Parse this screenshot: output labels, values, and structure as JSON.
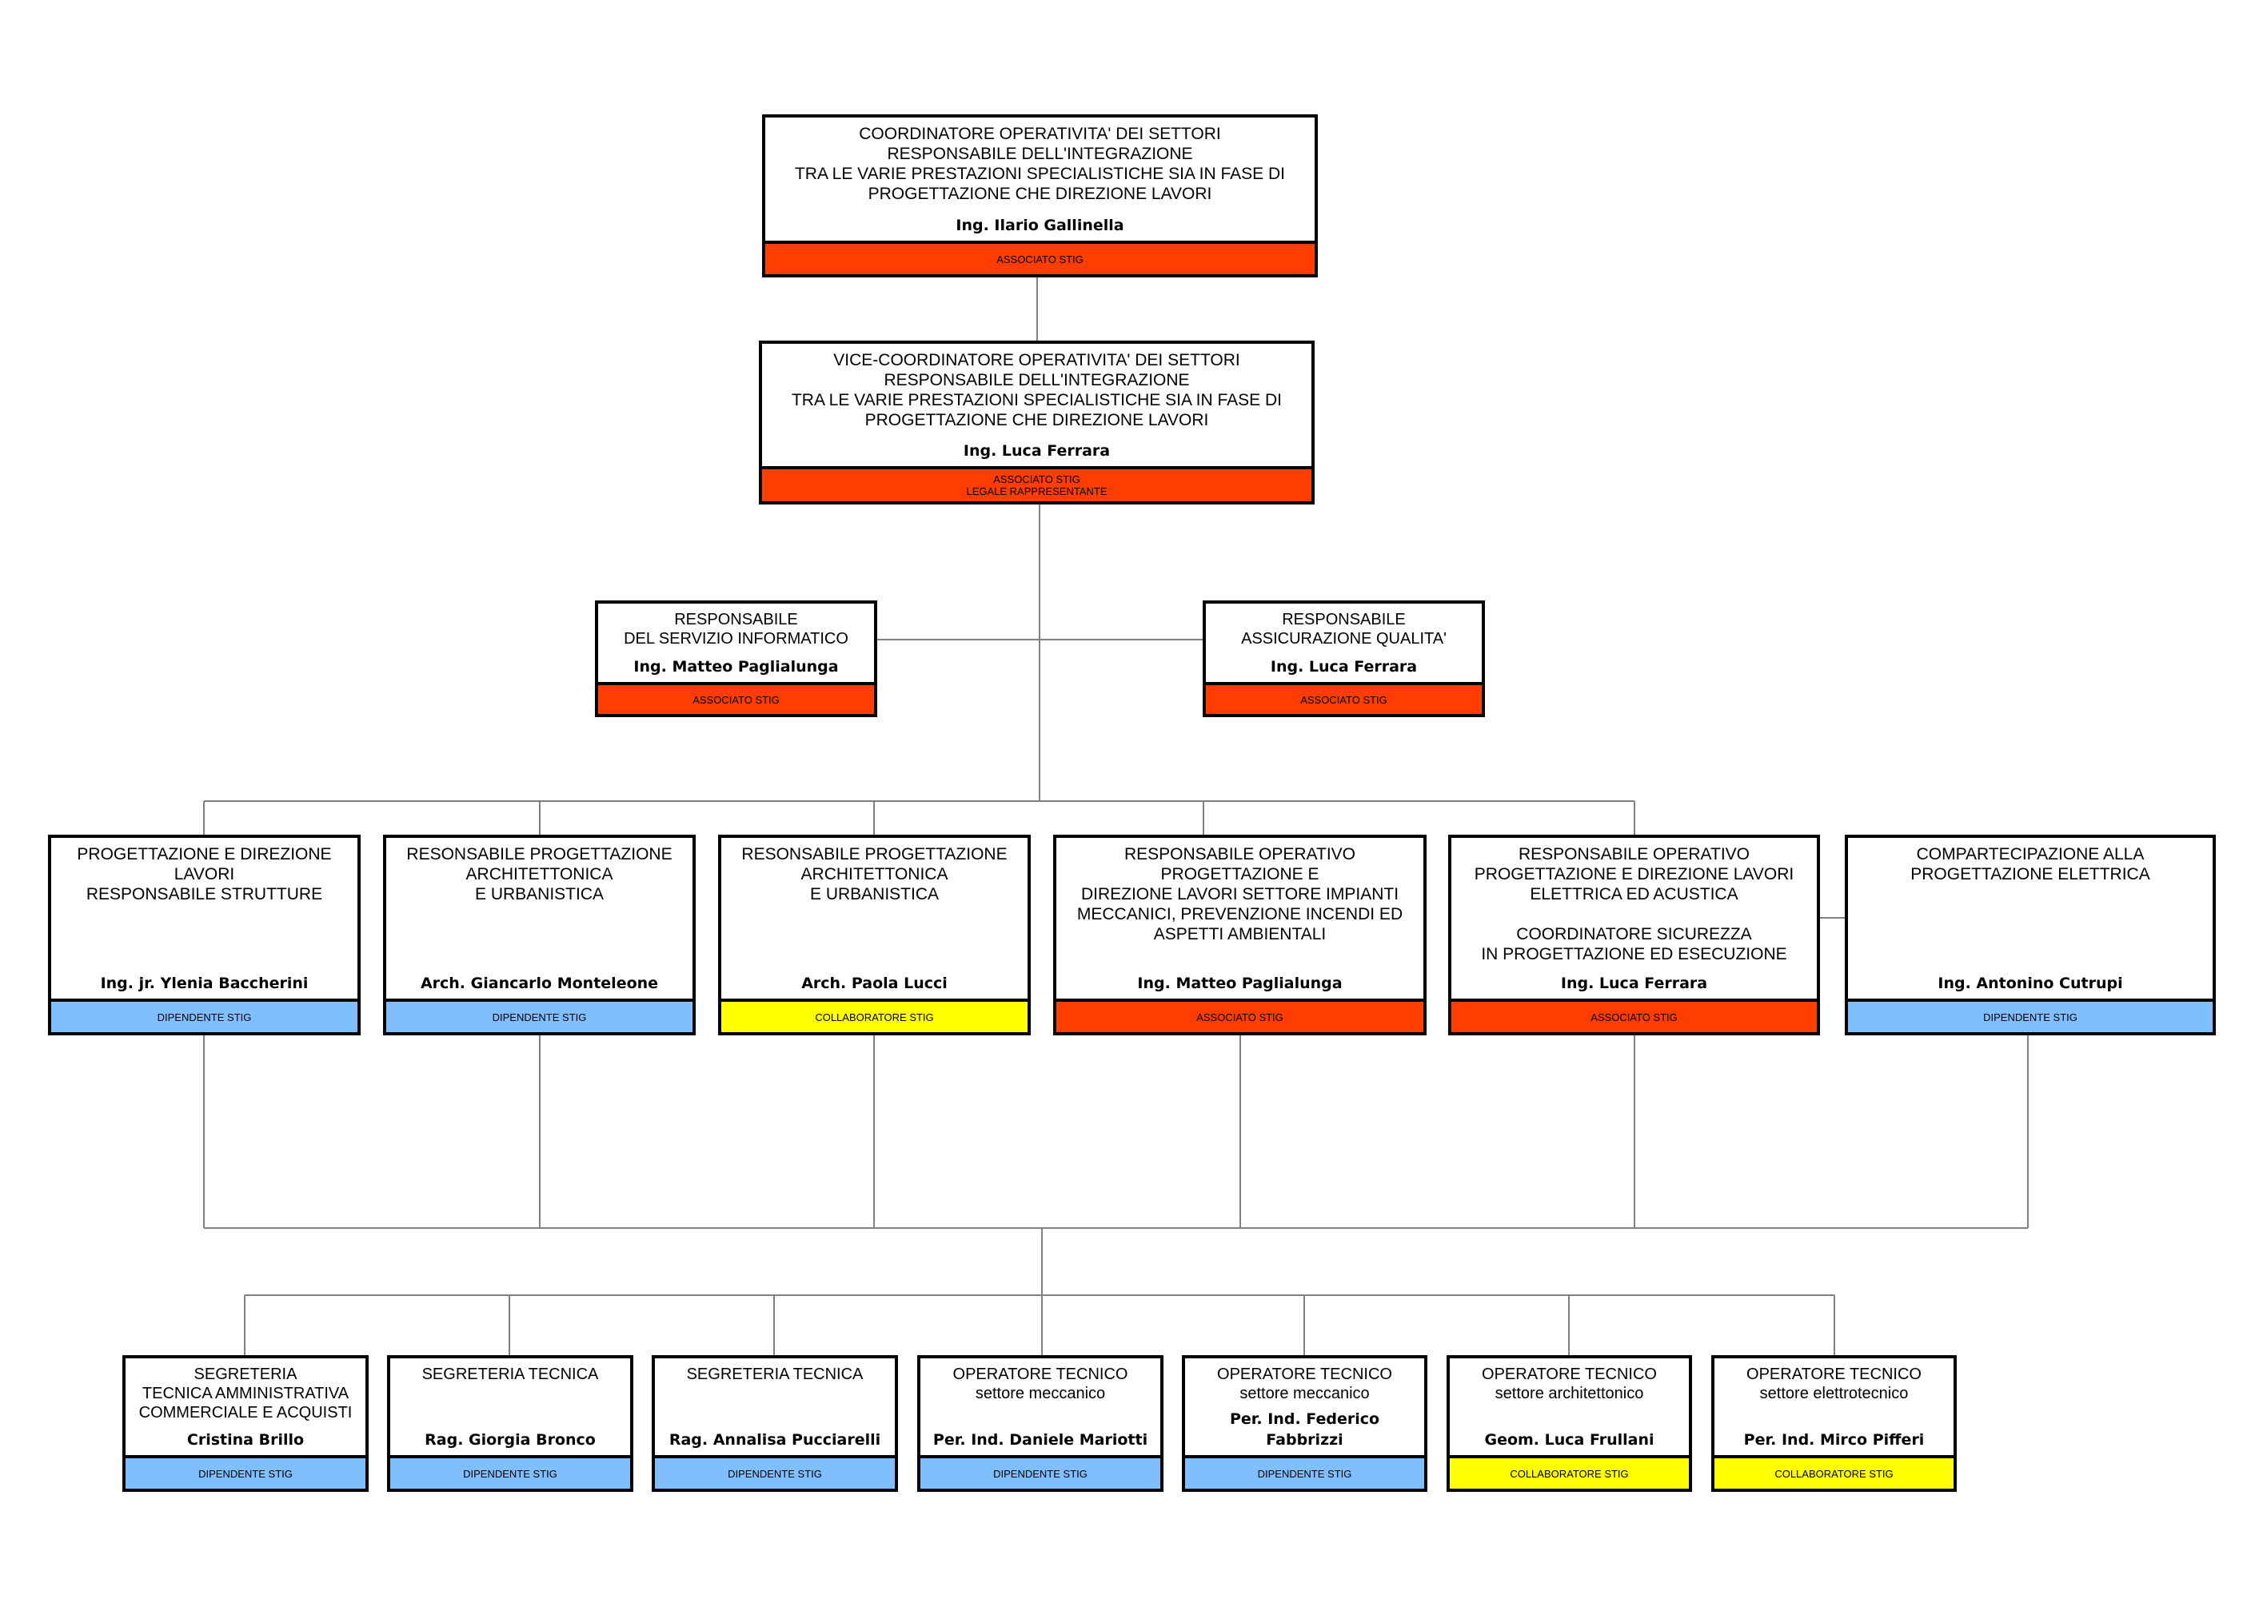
{
  "colors": {
    "associato": "#ff3d00",
    "dipendente": "#7fbfff",
    "collaboratore": "#ffff00",
    "line": "#808080"
  },
  "nodes": [
    {
      "id": "n1",
      "title": "COORDINATORE OPERATIVITA' DEI SETTORI\nRESPONSABILE DELL'INTEGRAZIONE\nTRA LE VARIE PRESTAZIONI SPECIALISTICHE SIA IN FASE DI\nPROGETTAZIONE CHE DIREZIONE LAVORI",
      "name": "Ing. Ilario Gallinella",
      "status": "ASSOCIATO STIG",
      "kind": "associato"
    },
    {
      "id": "n2",
      "title": "VICE-COORDINATORE OPERATIVITA' DEI  SETTORI\nRESPONSABILE DELL'INTEGRAZIONE\nTRA LE VARIE PRESTAZIONI SPECIALISTICHE SIA IN FASE DI\nPROGETTAZIONE CHE DIREZIONE LAVORI",
      "name": "Ing. Luca Ferrara",
      "status": "ASSOCIATO STIG\nLEGALE RAPPRESENTANTE",
      "kind": "associato"
    },
    {
      "id": "n3",
      "title": "RESPONSABILE\nDEL SERVIZIO INFORMATICO",
      "name": "Ing. Matteo Paglialunga",
      "status": "ASSOCIATO STIG",
      "kind": "associato"
    },
    {
      "id": "n4",
      "title": "RESPONSABILE\nASSICURAZIONE QUALITA'",
      "name": "Ing. Luca Ferrara",
      "status": "ASSOCIATO STIG",
      "kind": "associato"
    },
    {
      "id": "n5",
      "title": "PROGETTAZIONE E DIREZIONE\nLAVORI\nRESPONSABILE STRUTTURE",
      "name": "Ing. jr. Ylenia Baccherini",
      "status": "DIPENDENTE STIG",
      "kind": "dipendente"
    },
    {
      "id": "n6",
      "title": "RESONSABILE PROGETTAZIONE\nARCHITETTONICA\nE URBANISTICA",
      "name": "Arch. Giancarlo Monteleone",
      "status": "DIPENDENTE STIG",
      "kind": "dipendente"
    },
    {
      "id": "n7",
      "title": "RESONSABILE PROGETTAZIONE\nARCHITETTONICA\nE URBANISTICA",
      "name": "Arch. Paola Lucci",
      "status": "COLLABORATORE STIG",
      "kind": "collaboratore"
    },
    {
      "id": "n8",
      "title": "RESPONSABILE OPERATIVO PROGETTAZIONE E\nDIREZIONE LAVORI SETTORE IMPIANTI\nMECCANICI, PREVENZIONE INCENDI ED\nASPETTI AMBIENTALI",
      "name": "Ing. Matteo Paglialunga",
      "status": "ASSOCIATO STIG",
      "kind": "associato"
    },
    {
      "id": "n9",
      "title": "RESPONSABILE OPERATIVO\nPROGETTAZIONE E DIREZIONE LAVORI\nELETTRICA ED ACUSTICA\n\nCOORDINATORE SICUREZZA\nIN PROGETTAZIONE ED ESECUZIONE",
      "name": "Ing. Luca Ferrara",
      "status": "ASSOCIATO STIG",
      "kind": "associato"
    },
    {
      "id": "n10",
      "title": "COMPARTECIPAZIONE ALLA\nPROGETTAZIONE ELETTRICA",
      "name": "Ing. Antonino Cutrupi",
      "status": "DIPENDENTE STIG",
      "kind": "dipendente"
    },
    {
      "id": "n11",
      "title": "SEGRETERIA\nTECNICA AMMINISTRATIVA\nCOMMERCIALE E ACQUISTI",
      "name": "Cristina Brillo",
      "status": "DIPENDENTE STIG",
      "kind": "dipendente"
    },
    {
      "id": "n12",
      "title": "SEGRETERIA TECNICA",
      "name": "Rag. Giorgia Bronco",
      "status": "DIPENDENTE STIG",
      "kind": "dipendente"
    },
    {
      "id": "n13",
      "title": "SEGRETERIA TECNICA",
      "name": "Rag. Annalisa Pucciarelli",
      "status": "DIPENDENTE STIG",
      "kind": "dipendente"
    },
    {
      "id": "n14",
      "title": "OPERATORE TECNICO\nsettore meccanico",
      "name": "Per. Ind. Daniele Mariotti",
      "status": "DIPENDENTE STIG",
      "kind": "dipendente"
    },
    {
      "id": "n15",
      "title": "OPERATORE TECNICO\nsettore meccanico",
      "name": "Per. Ind. Federico Fabbrizzi",
      "status": "DIPENDENTE STIG",
      "kind": "dipendente"
    },
    {
      "id": "n16",
      "title": "OPERATORE TECNICO\nsettore architettonico",
      "name": "Geom. Luca Frullani",
      "status": "COLLABORATORE STIG",
      "kind": "collaboratore"
    },
    {
      "id": "n17",
      "title": "OPERATORE TECNICO\nsettore elettrotecnico",
      "name": "Per. Ind. Mirco Pifferi",
      "status": "COLLABORATORE STIG",
      "kind": "collaboratore"
    }
  ]
}
